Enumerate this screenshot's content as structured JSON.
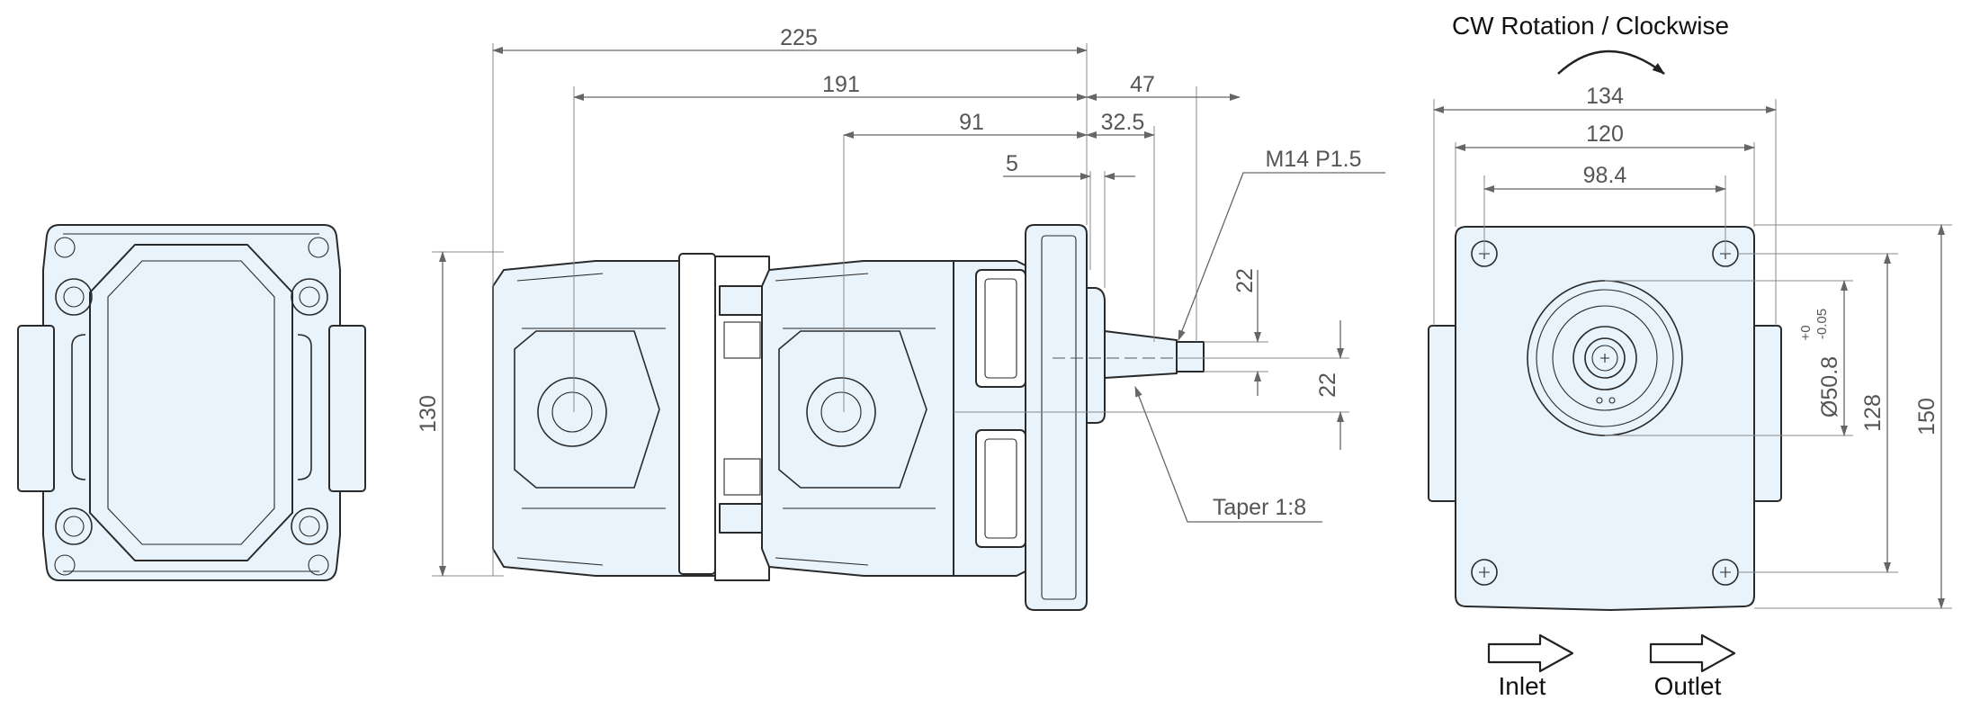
{
  "dimensions": {
    "d225": "225",
    "d191": "191",
    "d47": "47",
    "d91": "91",
    "d32_5": "32.5",
    "d5": "5",
    "thread": "M14  P1.5",
    "d22a": "22",
    "d22b": "22",
    "d130": "130",
    "taper": "Taper 1:8",
    "d134": "134",
    "d120": "120",
    "d98_4": "98.4",
    "d150": "150",
    "d128": "128",
    "d50_8": "Ø50.8",
    "tol_upper": "+0",
    "tol_lower": "-0.05"
  },
  "labels": {
    "rotation": "CW Rotation / Clockwise",
    "inlet": "Inlet",
    "outlet": "Outlet"
  },
  "colors": {
    "body_fill": "#e8f3fb",
    "outline": "#2a2a2a",
    "dimension_line": "#666666"
  },
  "views": [
    "top-view",
    "side-view",
    "front-view"
  ]
}
